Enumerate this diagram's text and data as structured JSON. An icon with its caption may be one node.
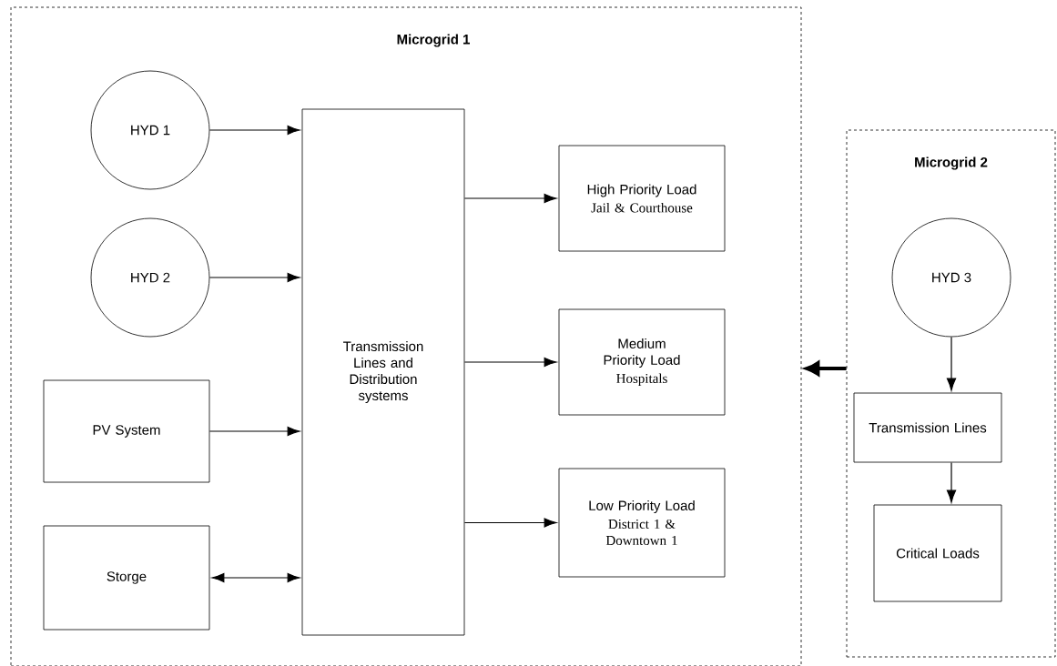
{
  "diagram": {
    "nodes": [
      {
        "text": [
          "Microgrid 1"
        ]
      },
      {
        "text": [
          "HYD 1"
        ],
        "in": 0
      },
      {
        "text": [
          "HYD 2"
        ],
        "in": 0
      },
      {
        "text": [
          "PV System"
        ],
        "in": 0
      },
      {
        "text": [
          "Storge"
        ],
        "in": 0
      },
      {
        "text": [
          "Transmission Lines and Distribution systems"
        ],
        "in": 0
      },
      {
        "text": [
          "High Priority Load",
          "Jail & Courthouse"
        ],
        "in": 0
      },
      {
        "text": [
          "Medium Priority Load",
          "Hospitals"
        ],
        "in": 0
      },
      {
        "text": [
          "Low Priority Load",
          "District 1 & Downtown 1"
        ],
        "in": 0
      },
      {
        "text": [
          "Microgrid 2"
        ]
      },
      {
        "text": [
          "HYD 3"
        ],
        "in": 9
      },
      {
        "text": [
          "Transmission Lines"
        ],
        "in": 9
      },
      {
        "text": [
          "Critical Loads"
        ],
        "in": 9
      }
    ],
    "edges": [
      {
        "from": 1,
        "to": 5,
        "arrow": "to"
      },
      {
        "from": 2,
        "to": 5,
        "arrow": "to"
      },
      {
        "from": 3,
        "to": 5,
        "arrow": "to"
      },
      {
        "from": 4,
        "to": 5,
        "arrow": "both"
      },
      {
        "from": 5,
        "to": 6,
        "arrow": "to"
      },
      {
        "from": 5,
        "to": 7,
        "arrow": "to"
      },
      {
        "from": 5,
        "to": 8,
        "arrow": "to"
      },
      {
        "from": 9,
        "to": 0,
        "arrow": "to",
        "style": "thick"
      },
      {
        "from": 10,
        "to": 11,
        "arrow": "to"
      },
      {
        "from": 11,
        "to": 12,
        "arrow": "to"
      }
    ]
  }
}
